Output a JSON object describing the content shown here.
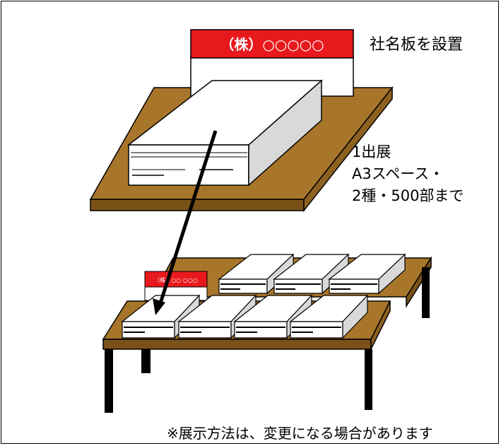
{
  "sign": {
    "company_label": "（株）○○○○○",
    "small_label": "（株）○○ ○○○"
  },
  "caption": {
    "sign_note": "社名板を設置"
  },
  "info": {
    "line1": "1出展",
    "line2": "A3スペース・",
    "line3": "2種・500部まで"
  },
  "footnote": "※展示方法は、変更になる場合があります",
  "colors": {
    "sign_red": "#e8191d",
    "wood": "#a8762a",
    "wood_dark": "#7a5218",
    "leg": "#000000",
    "stack_side": "#d9d9d9",
    "line": "#000000"
  }
}
